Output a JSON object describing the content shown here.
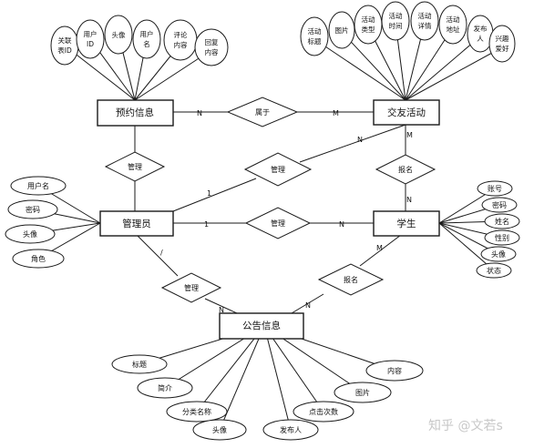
{
  "entities": {
    "appointment": "预约信息",
    "activity": "交友活动",
    "admin": "管理员",
    "student": "学生",
    "notice": "公告信息"
  },
  "relationships": {
    "belongs": "属于",
    "manage_appt": "管理",
    "manage_act": "管理",
    "register_act": "报名",
    "manage_stu": "管理",
    "manage_notice": "管理",
    "register_notice": "报名"
  },
  "cardinality": {
    "appt_belongs": "N",
    "belongs_act": "M",
    "admin_act": "1",
    "act_manage": "N",
    "act_register": "M",
    "register_stu": "N",
    "admin_stu_one": "1",
    "admin_stu_many": "N",
    "admin_notice": "/",
    "notice_left": "N",
    "notice_right": "N",
    "stu_notice": "M"
  },
  "appointment_attrs": [
    [
      "关联",
      "表ID"
    ],
    [
      "用户",
      "ID"
    ],
    [
      "头像"
    ],
    [
      "用户",
      "名"
    ],
    [
      "评论",
      "内容"
    ],
    [
      "回复",
      "内容"
    ]
  ],
  "activity_attrs": [
    [
      "活动",
      "标题"
    ],
    [
      "图片"
    ],
    [
      "活动",
      "类型"
    ],
    [
      "活动",
      "时间"
    ],
    [
      "活动",
      "详情"
    ],
    [
      "活动",
      "地址"
    ],
    [
      "发布",
      "人"
    ],
    [
      "兴趣",
      "爱好"
    ]
  ],
  "admin_attrs": [
    "用户名",
    "密码",
    "头像",
    "角色"
  ],
  "student_attrs": [
    "账号",
    "密码",
    "姓名",
    "性别",
    "头像",
    "状态"
  ],
  "notice_attrs": [
    "标题",
    "简介",
    "分类名称",
    "头像",
    "发布人",
    "点击次数",
    "图片",
    "内容"
  ],
  "watermark": "知乎 @文若s"
}
